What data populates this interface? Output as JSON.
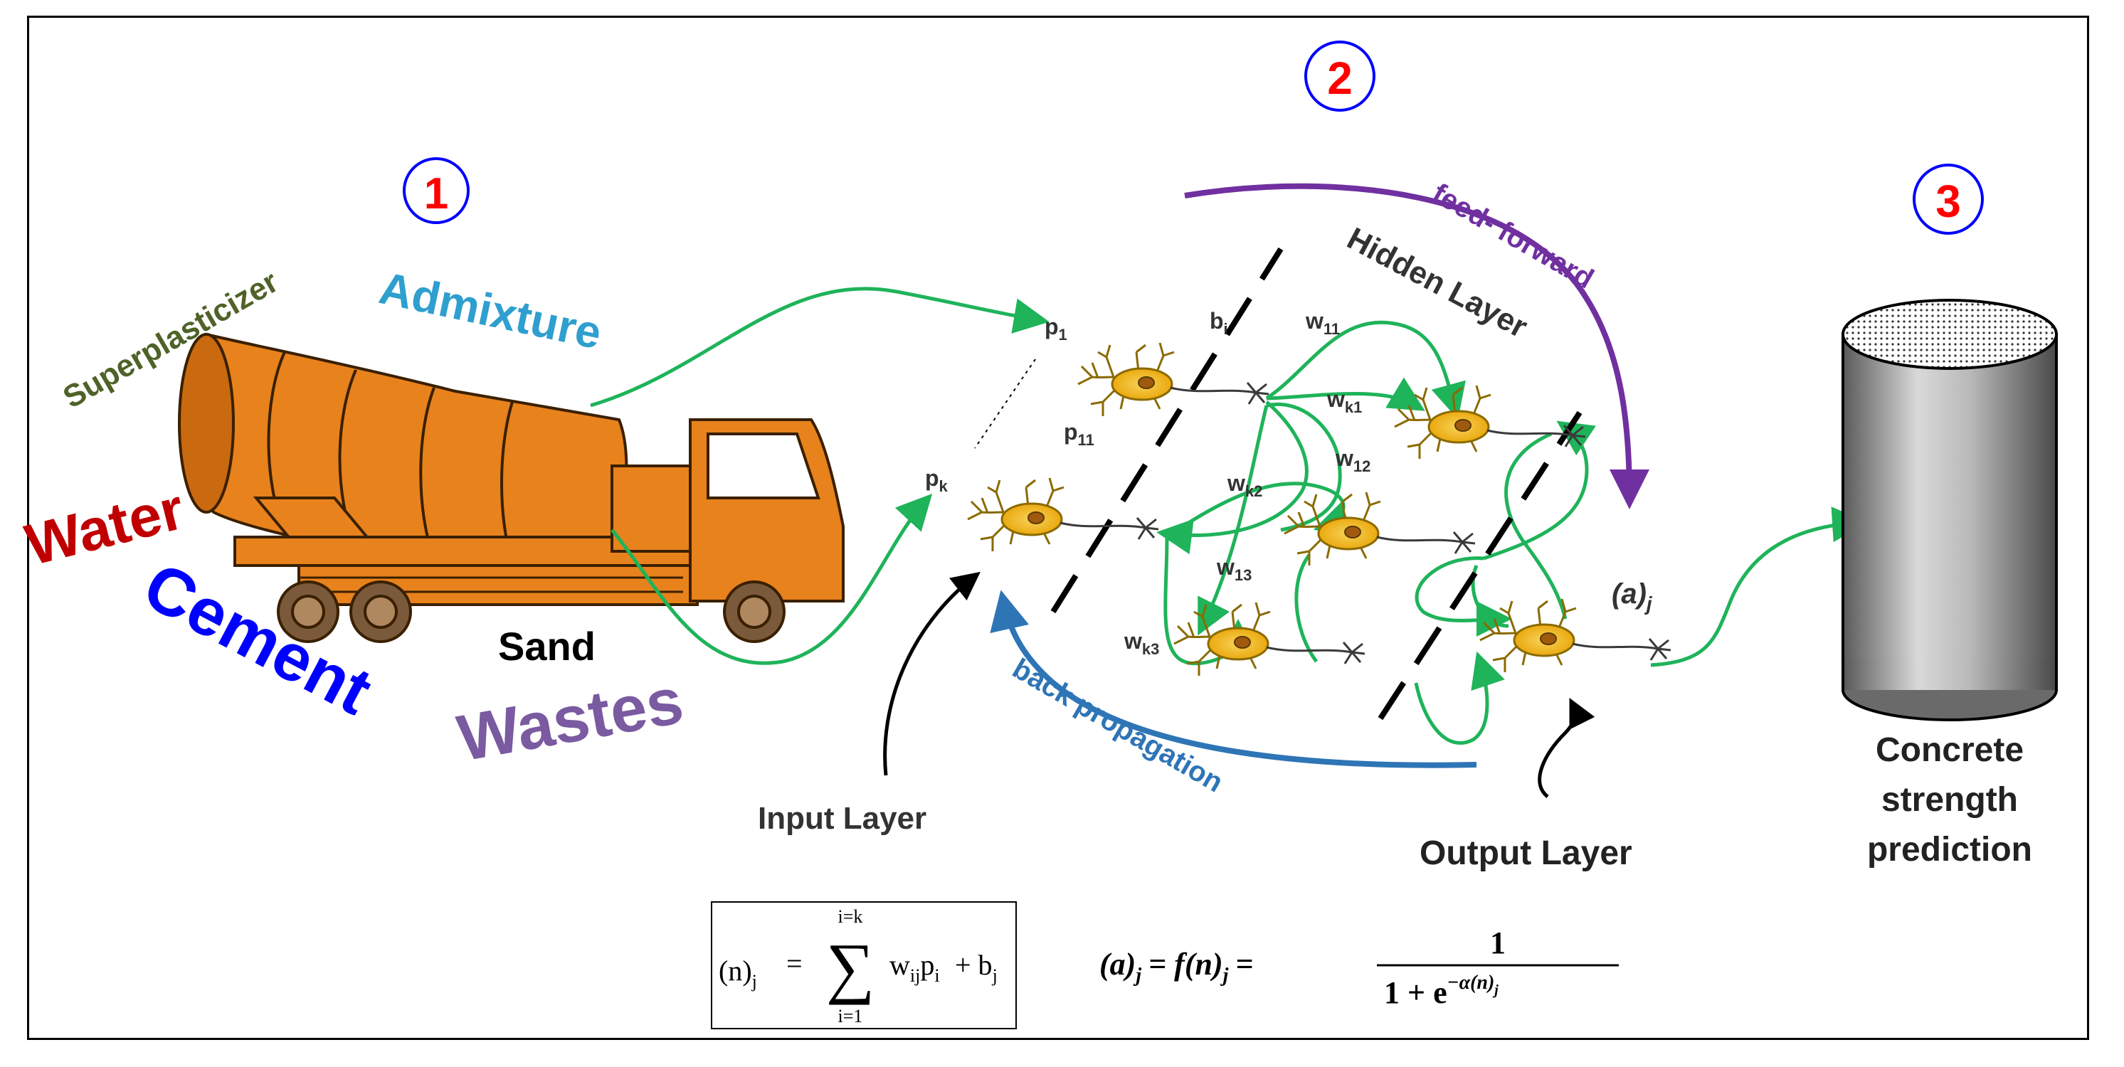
{
  "steps": [
    "1",
    "2",
    "3"
  ],
  "ingredients": {
    "superplasticizer": "Superplasticizer",
    "admixture": "Admixture",
    "water": "Water",
    "cement": "Cement",
    "sand": "Sand",
    "wastes": "Wastes"
  },
  "network": {
    "p1": "p",
    "p1_sub": "1",
    "p11": "p",
    "p11_sub": "11",
    "pk": "p",
    "pk_sub": "k",
    "bi": "b",
    "bi_sub": "i",
    "w11": "w",
    "w11_sub": "11",
    "wk1": "w",
    "wk1_sub": "k1",
    "w12": "w",
    "w12_sub": "12",
    "wk2": "w",
    "wk2_sub": "k2",
    "w13": "w",
    "w13_sub": "13",
    "wk3": "w",
    "wk3_sub": "k3",
    "aj": "(a)",
    "aj_sub": "j",
    "hidden_layer": "Hidden Layer",
    "input_layer": "Input Layer",
    "output_layer": "Output Layer",
    "feed_forward": "feed- forward",
    "back_propagation": "back propagation"
  },
  "output": {
    "line1": "Concrete",
    "line2": "strength",
    "line3": "prediction"
  },
  "formulas": {
    "sum_lhs": "(n)",
    "sum_lhs_sub": "j",
    "equals": "=",
    "sum_top": "i=k",
    "sum_bottom": "i=1",
    "sum_term": "w",
    "sum_term_sub": "ij",
    "sum_p": "p",
    "sum_p_sub": "i",
    "plus_b": "+ b",
    "plus_b_sub": "j",
    "act_lhs": "(a)",
    "act_lhs_sub": "j",
    "act_mid": "= f(n)",
    "act_mid_sub": "j",
    "act_eq": "=",
    "act_num": "1",
    "act_den": "1 + e",
    "act_exp": "−α(n)",
    "act_exp_sub": "j"
  },
  "colors": {
    "step_number": "#ff0000",
    "step_circle": "#0000ff",
    "green_arrow": "#1fb35a",
    "feed_forward": "#7030a0",
    "back_propagation": "#2e75b6",
    "superplasticizer": "#4f6228",
    "admixture": "#2e9fcf",
    "water": "#c00000",
    "cement": "#0000ff",
    "wastes": "#7a5aa0",
    "truck_orange": "#e8821c",
    "neuron_body": "#f2b705"
  }
}
